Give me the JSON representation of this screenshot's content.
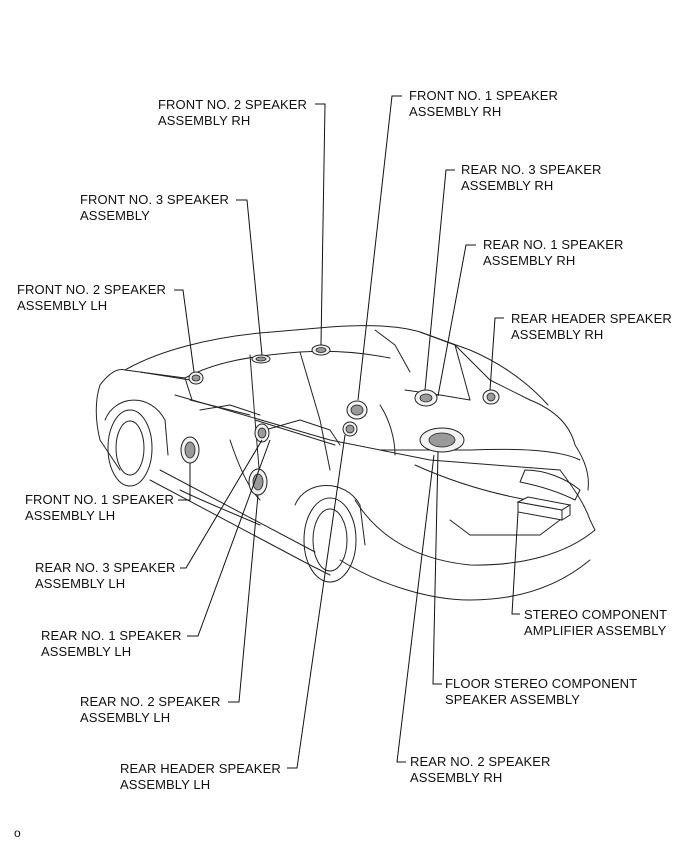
{
  "labels": {
    "front_no2_rh": [
      "FRONT NO. 2 SPEAKER",
      "ASSEMBLY RH"
    ],
    "front_no1_rh": [
      "FRONT NO. 1 SPEAKER",
      "ASSEMBLY RH"
    ],
    "rear_no3_rh": [
      "REAR NO. 3 SPEAKER",
      "ASSEMBLY RH"
    ],
    "front_no3": [
      "FRONT NO. 3 SPEAKER",
      "ASSEMBLY"
    ],
    "rear_no1_rh": [
      "REAR NO. 1 SPEAKER",
      "ASSEMBLY RH"
    ],
    "front_no2_lh": [
      "FRONT NO. 2 SPEAKER",
      "ASSEMBLY LH"
    ],
    "rear_header_rh": [
      "REAR HEADER SPEAKER",
      "ASSEMBLY RH"
    ],
    "front_no1_lh": [
      "FRONT NO. 1 SPEAKER",
      "ASSEMBLY LH"
    ],
    "rear_no3_lh": [
      "REAR NO. 3 SPEAKER",
      "ASSEMBLY LH"
    ],
    "stereo_amp": [
      "STEREO COMPONENT",
      "AMPLIFIER ASSEMBLY"
    ],
    "rear_no1_lh": [
      "REAR NO. 1 SPEAKER",
      "ASSEMBLY LH"
    ],
    "floor_stereo": [
      "FLOOR STEREO COMPONENT",
      "SPEAKER ASSEMBLY"
    ],
    "rear_no2_lh": [
      "REAR NO. 2 SPEAKER",
      "ASSEMBLY LH"
    ],
    "rear_header_lh": [
      "REAR HEADER SPEAKER",
      "ASSEMBLY LH"
    ],
    "rear_no2_rh": [
      "REAR NO. 2 SPEAKER",
      "ASSEMBLY RH"
    ]
  },
  "figure_id": "o"
}
